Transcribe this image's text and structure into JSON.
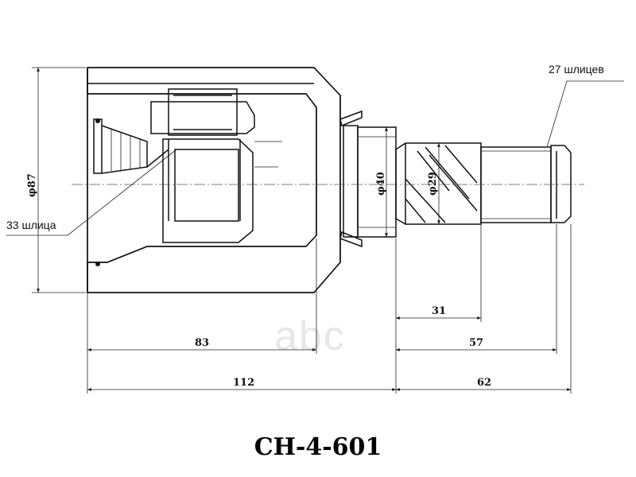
{
  "labels": {
    "spline_outer": "27 шлицев",
    "spline_inner": "33 шлица",
    "diam_housing": "φ87",
    "diam_neck": "φ40",
    "diam_shaft": "φ29"
  },
  "dimensions": {
    "d31": "31",
    "d83": "83",
    "d57": "57",
    "d112": "112",
    "d62": "62"
  },
  "part_number": "CH-4-601",
  "watermark": "abc"
}
